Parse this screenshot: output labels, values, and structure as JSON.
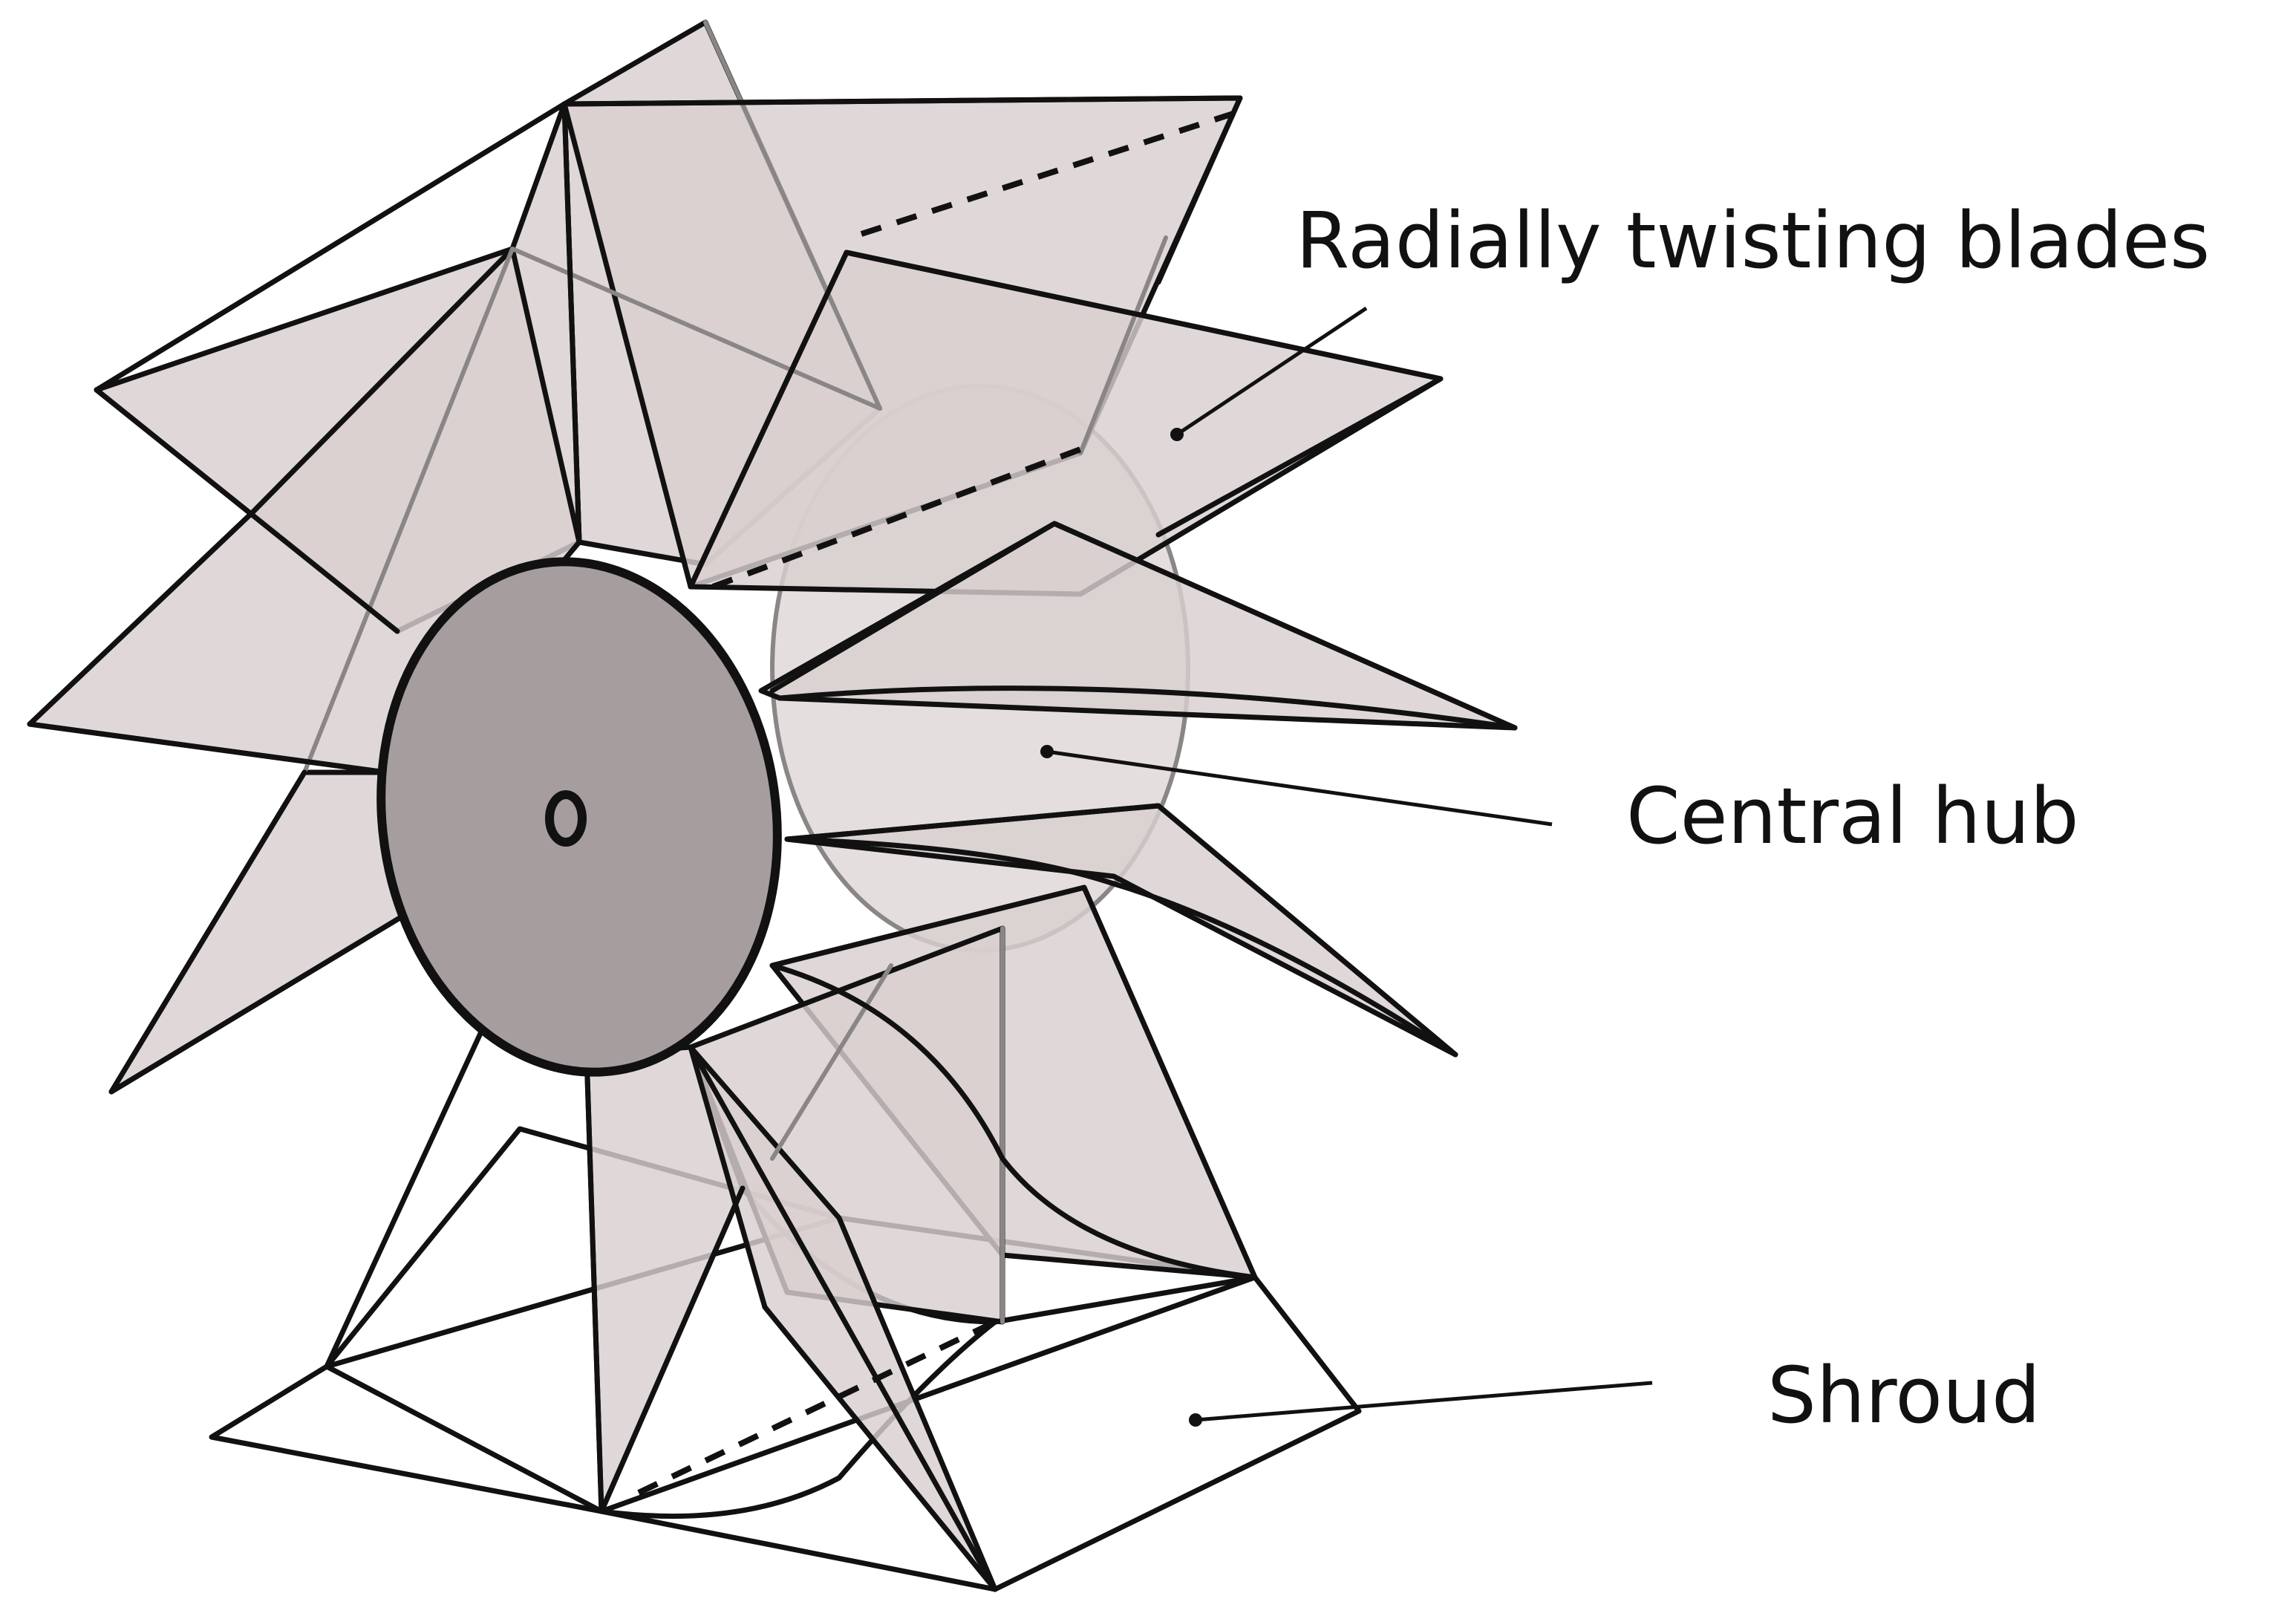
{
  "diagram": {
    "labels": {
      "blades": "Radially twisting blades",
      "hub": "Central hub",
      "shroud": "Shroud"
    },
    "colors": {
      "blade_fill": "#d9cfcf",
      "hub_fill": "#a69d9f",
      "outline": "#111111"
    }
  }
}
